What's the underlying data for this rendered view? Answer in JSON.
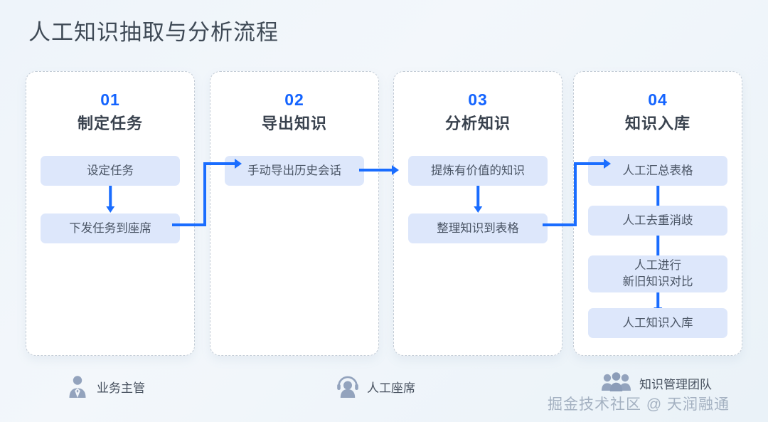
{
  "page_title": "人工知识抽取与分析流程",
  "theme": {
    "accent_blue": "#1464ff",
    "arrow_blue": "#1a6dff",
    "step_bg": "#dde7fb",
    "step_text": "#4a5565",
    "title_text": "#3f4a56",
    "card_border": "#c3ccd6",
    "page_bg": "#eef4fa"
  },
  "columns": [
    {
      "number": "01",
      "name": "制定任务",
      "steps": [
        {
          "label": "设定任务"
        },
        {
          "label": "下发任务到座席"
        }
      ]
    },
    {
      "number": "02",
      "name": "导出知识",
      "steps": [
        {
          "label": "手动导出历史会话"
        }
      ]
    },
    {
      "number": "03",
      "name": "分析知识",
      "steps": [
        {
          "label": "提炼有价值的知识"
        },
        {
          "label": "整理知识到表格"
        }
      ]
    },
    {
      "number": "04",
      "name": "知识入库",
      "steps": [
        {
          "label": "人工汇总表格"
        },
        {
          "label": "人工去重消歧"
        },
        {
          "label": "人工进行\n新旧知识对比"
        },
        {
          "label": "人工知识入库"
        }
      ]
    }
  ],
  "roles": [
    {
      "label": "业务主管",
      "icon": "person-suit-icon"
    },
    {
      "label": "人工座席",
      "icon": "headset-agent-icon"
    },
    {
      "label": "知识管理团队",
      "icon": "people-group-icon"
    }
  ],
  "watermark": "掘金技术社区 @ 天润融通"
}
